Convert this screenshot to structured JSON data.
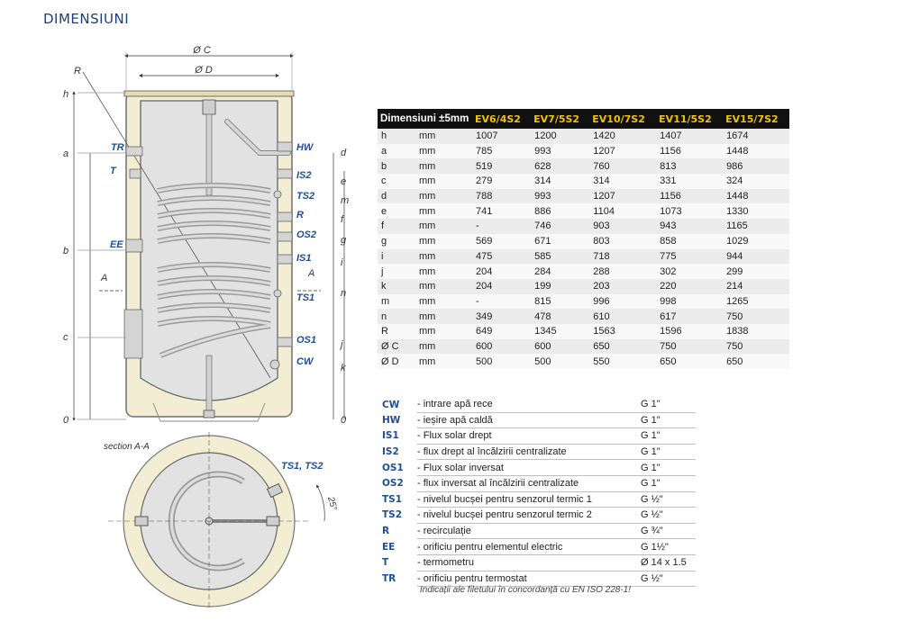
{
  "title": "DIMENSIUNI",
  "drawing": {
    "diameter_outer": "Ø C",
    "diameter_inner": "Ø D",
    "radius_label": "R",
    "left_dims": [
      "h",
      "a",
      "b",
      "c",
      "0"
    ],
    "right_dims": [
      "d",
      "e",
      "m",
      "f",
      "g",
      "i",
      "n",
      "j",
      "k",
      "0"
    ],
    "left_connections": [
      "TR",
      "T",
      "EE"
    ],
    "right_connections": [
      "HW",
      "IS2",
      "TS2",
      "R",
      "OS2",
      "IS1",
      "TS1",
      "OS1",
      "CW"
    ],
    "section_marker": "A",
    "section_title": "section A-A",
    "section_sensor_label": "TS1, TS2",
    "section_angle": "25°"
  },
  "dimensions_table": {
    "header_label": "Dimensiuni ±5mm",
    "models": [
      "EV6/4S2",
      "EV7/5S2",
      "EV10/7S2",
      "EV11/5S2",
      "EV15/7S2"
    ],
    "rows": [
      {
        "param": "h",
        "unit": "mm",
        "values": [
          "1007",
          "1200",
          "1420",
          "1407",
          "1674"
        ]
      },
      {
        "param": "a",
        "unit": "mm",
        "values": [
          "785",
          "993",
          "1207",
          "1156",
          "1448"
        ]
      },
      {
        "param": "b",
        "unit": "mm",
        "values": [
          "519",
          "628",
          "760",
          "813",
          "986"
        ]
      },
      {
        "param": "c",
        "unit": "mm",
        "values": [
          "279",
          "314",
          "314",
          "331",
          "324"
        ]
      },
      {
        "param": "d",
        "unit": "mm",
        "values": [
          "788",
          "993",
          "1207",
          "1156",
          "1448"
        ]
      },
      {
        "param": "e",
        "unit": "mm",
        "values": [
          "741",
          "886",
          "1104",
          "1073",
          "1330"
        ]
      },
      {
        "param": "f",
        "unit": "mm",
        "values": [
          "-",
          "746",
          "903",
          "943",
          "1165"
        ]
      },
      {
        "param": "g",
        "unit": "mm",
        "values": [
          "569",
          "671",
          "803",
          "858",
          "1029"
        ]
      },
      {
        "param": "i",
        "unit": "mm",
        "values": [
          "475",
          "585",
          "718",
          "775",
          "944"
        ]
      },
      {
        "param": "j",
        "unit": "mm",
        "values": [
          "204",
          "284",
          "288",
          "302",
          "299"
        ]
      },
      {
        "param": "k",
        "unit": "mm",
        "values": [
          "204",
          "199",
          "203",
          "220",
          "214"
        ]
      },
      {
        "param": "m",
        "unit": "mm",
        "values": [
          "-",
          "815",
          "996",
          "998",
          "1265"
        ]
      },
      {
        "param": "n",
        "unit": "mm",
        "values": [
          "349",
          "478",
          "610",
          "617",
          "750"
        ]
      },
      {
        "param": "R",
        "unit": "mm",
        "values": [
          "649",
          "1345",
          "1563",
          "1596",
          "1838"
        ]
      },
      {
        "param": "Ø C",
        "unit": "mm",
        "values": [
          "600",
          "600",
          "650",
          "750",
          "750"
        ]
      },
      {
        "param": "Ø D",
        "unit": "mm",
        "values": [
          "500",
          "500",
          "550",
          "650",
          "650"
        ]
      }
    ]
  },
  "connections": [
    {
      "code": "CW",
      "desc": "- intrare apă rece",
      "size": "G 1\""
    },
    {
      "code": "HW",
      "desc": "- ieșire apă caldă",
      "size": "G 1\""
    },
    {
      "code": "IS1",
      "desc": "- Flux solar drept",
      "size": "G 1\""
    },
    {
      "code": "IS2",
      "desc": "- flux drept al încălzirii centralizate",
      "size": "G 1\""
    },
    {
      "code": "OS1",
      "desc": "- Flux solar inversat",
      "size": "G 1\""
    },
    {
      "code": "OS2",
      "desc": "- flux inversat al încălzirii centralizate",
      "size": "G 1\""
    },
    {
      "code": "TS1",
      "desc": "- nivelul bucșei pentru senzorul termic 1",
      "size": "G ½\""
    },
    {
      "code": "TS2",
      "desc": "- nivelul bucșei pentru senzorul termic 2",
      "size": "G ½\""
    },
    {
      "code": "R",
      "desc": "- recirculație",
      "size": "G ¾\""
    },
    {
      "code": "EE",
      "desc": "- orificiu pentru elementul electric",
      "size": "G 1½\""
    },
    {
      "code": "T",
      "desc": "- termometru",
      "size": "Ø 14 x 1.5"
    },
    {
      "code": "TR",
      "desc": "- orificiu pentru termostat",
      "size": "G ½\""
    }
  ],
  "footnote": "Indicații ale filetului în concordanță cu EN ISO 228-1!",
  "colors": {
    "insulation": "#f3eed3",
    "tank": "#e2e2e2",
    "coil": "#d9d9d9",
    "label_blue": "#1f4e99",
    "table_header": "#111111",
    "model_text": "#f2c300"
  }
}
